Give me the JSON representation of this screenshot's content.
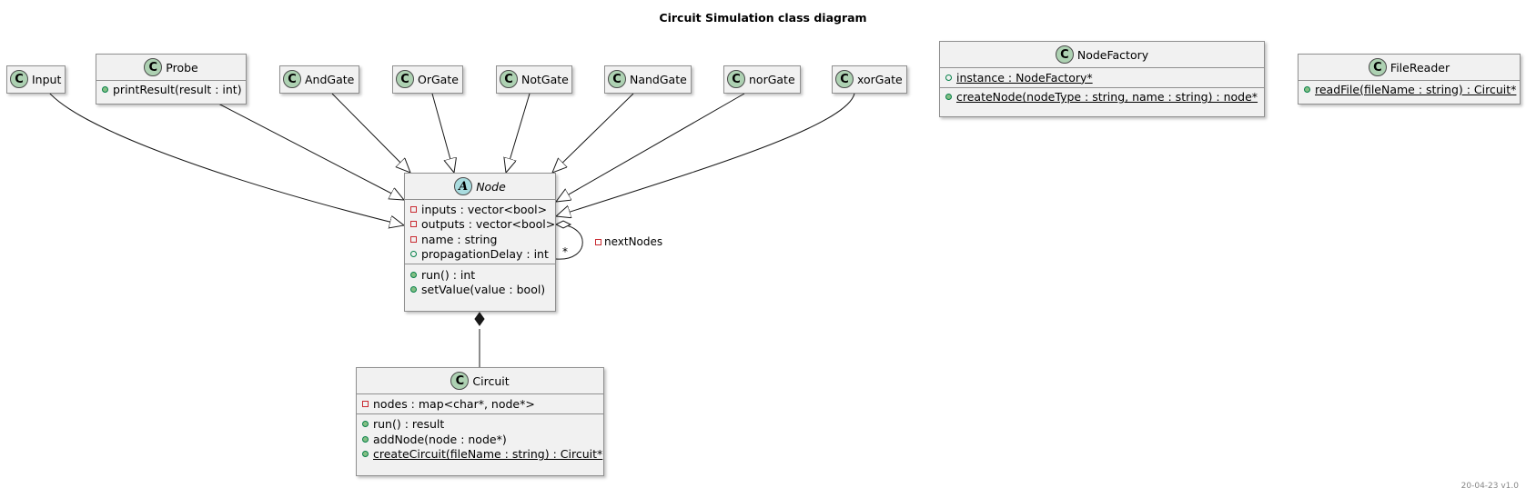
{
  "title": "Circuit Simulation class diagram",
  "footer": "20-04-23 v1.0",
  "colors": {
    "class_fill": "#f1f1f1",
    "class_border": "#8f8f8f",
    "class_badge": "#add1b2",
    "abstract_badge": "#a9dcdf",
    "private_marker": "#c82930",
    "public_marker": "#038048"
  },
  "classes": {
    "input": {
      "name": "Input",
      "badge": "C"
    },
    "probe": {
      "name": "Probe",
      "badge": "C",
      "methods": [
        "printResult(result : int)"
      ]
    },
    "and_gate": {
      "name": "AndGate",
      "badge": "C"
    },
    "or_gate": {
      "name": "OrGate",
      "badge": "C"
    },
    "not_gate": {
      "name": "NotGate",
      "badge": "C"
    },
    "nand_gate": {
      "name": "NandGate",
      "badge": "C"
    },
    "nor_gate": {
      "name": "norGate",
      "badge": "C"
    },
    "xor_gate": {
      "name": "xorGate",
      "badge": "C"
    },
    "node_factory": {
      "name": "NodeFactory",
      "badge": "C",
      "fields": [
        "instance : NodeFactory*"
      ],
      "methods": [
        "createNode(nodeType : string, name : string) : node*"
      ]
    },
    "file_reader": {
      "name": "FileReader",
      "badge": "C",
      "methods": [
        "readFile(fileName : string) : Circuit*"
      ]
    },
    "node": {
      "name": "Node",
      "badge": "A",
      "fields": [
        "inputs : vector<bool>",
        "outputs : vector<bool>",
        "name : string",
        "propagationDelay : int"
      ],
      "methods": [
        "run() : int",
        "setValue(value : bool)"
      ]
    },
    "circuit": {
      "name": "Circuit",
      "badge": "C",
      "fields": [
        "nodes : map<char*, node*>"
      ],
      "methods": [
        "run() : result",
        "addNode(node : node*)",
        "createCircuit(fileName : string) : Circuit*"
      ]
    }
  },
  "relations": {
    "self_association_label": "nextNodes",
    "self_association_multiplicity": "*"
  }
}
